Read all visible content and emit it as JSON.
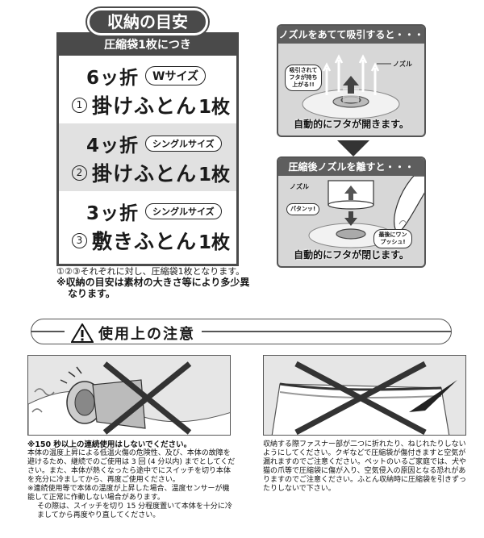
{
  "guide": {
    "title": "収納の目安",
    "subtitle": "圧縮袋1枚につき",
    "rows": [
      {
        "fold": "6ッ折",
        "size": "Wサイズ",
        "num": "1",
        "item": "掛けふとん",
        "qty": "1枚"
      },
      {
        "fold": "4ッ折",
        "size": "シングルサイズ",
        "num": "2",
        "item": "掛けふとん",
        "qty": "1枚"
      },
      {
        "fold": "3ッ折",
        "size": "シングルサイズ",
        "num": "3",
        "item": "敷きふとん",
        "qty": "1枚"
      }
    ],
    "note1": "①②③それぞれに対し、圧縮袋1枚となります。",
    "note2": "※収納の目安は素材の大きさ等により多少異なります。"
  },
  "nozzle": {
    "panel1_head": "ノズルをあてて吸引すると・・・",
    "panel1_bubble": "吸引されてフタが持ち上がる!!",
    "panel1_label": "ノズル",
    "panel1_foot": "自動的にフタが開きます。",
    "panel2_head": "圧縮後ノズルを離すと・・・",
    "panel2_label": "ノズル",
    "panel2_bubble1": "パタンッ!",
    "panel2_bubble2": "最後にワンプッシュ!",
    "panel2_foot": "自動的にフタが閉じます。"
  },
  "caution": {
    "title": "使用上の注意",
    "left_lead": "※150 秒以上の連続使用はしないでください。",
    "left_text": "本体の温度上昇による低温火傷の危険性、及び、本体の故障を避けるため、継続でのご使用は 3 回 (4 分以内) までとしてください。また、本体が熱くなったら途中でにスイッチを切り本体を充分に冷ましてから、再度ご使用ください。",
    "left_note": "※連続使用等で本体の温度が上昇した場合、温度センサーが機能して正常に作動しない場合があります。",
    "left_note2": "その際は、スイッチを切り 15 分程度置いて本体を十分に冷ましてから再度やり直してください。",
    "right_text": "収納する際ファスナー部が二つに折れたり、ねじれたりしないようにしてください。クギなどで圧縮袋が傷付きますと空気が漏れますのでご注意ください。ペットのいるご家庭では、犬や猫の爪等で圧縮袋に傷が入り、空気侵入の原因となる恐れがありますのでご注意ください。ふとん収納時に圧縮袋を引きずったりしないで下さい。"
  },
  "colors": {
    "dark": "#4a4a4a",
    "light": "#e1e1e1",
    "panel": "#d7d7d7"
  }
}
